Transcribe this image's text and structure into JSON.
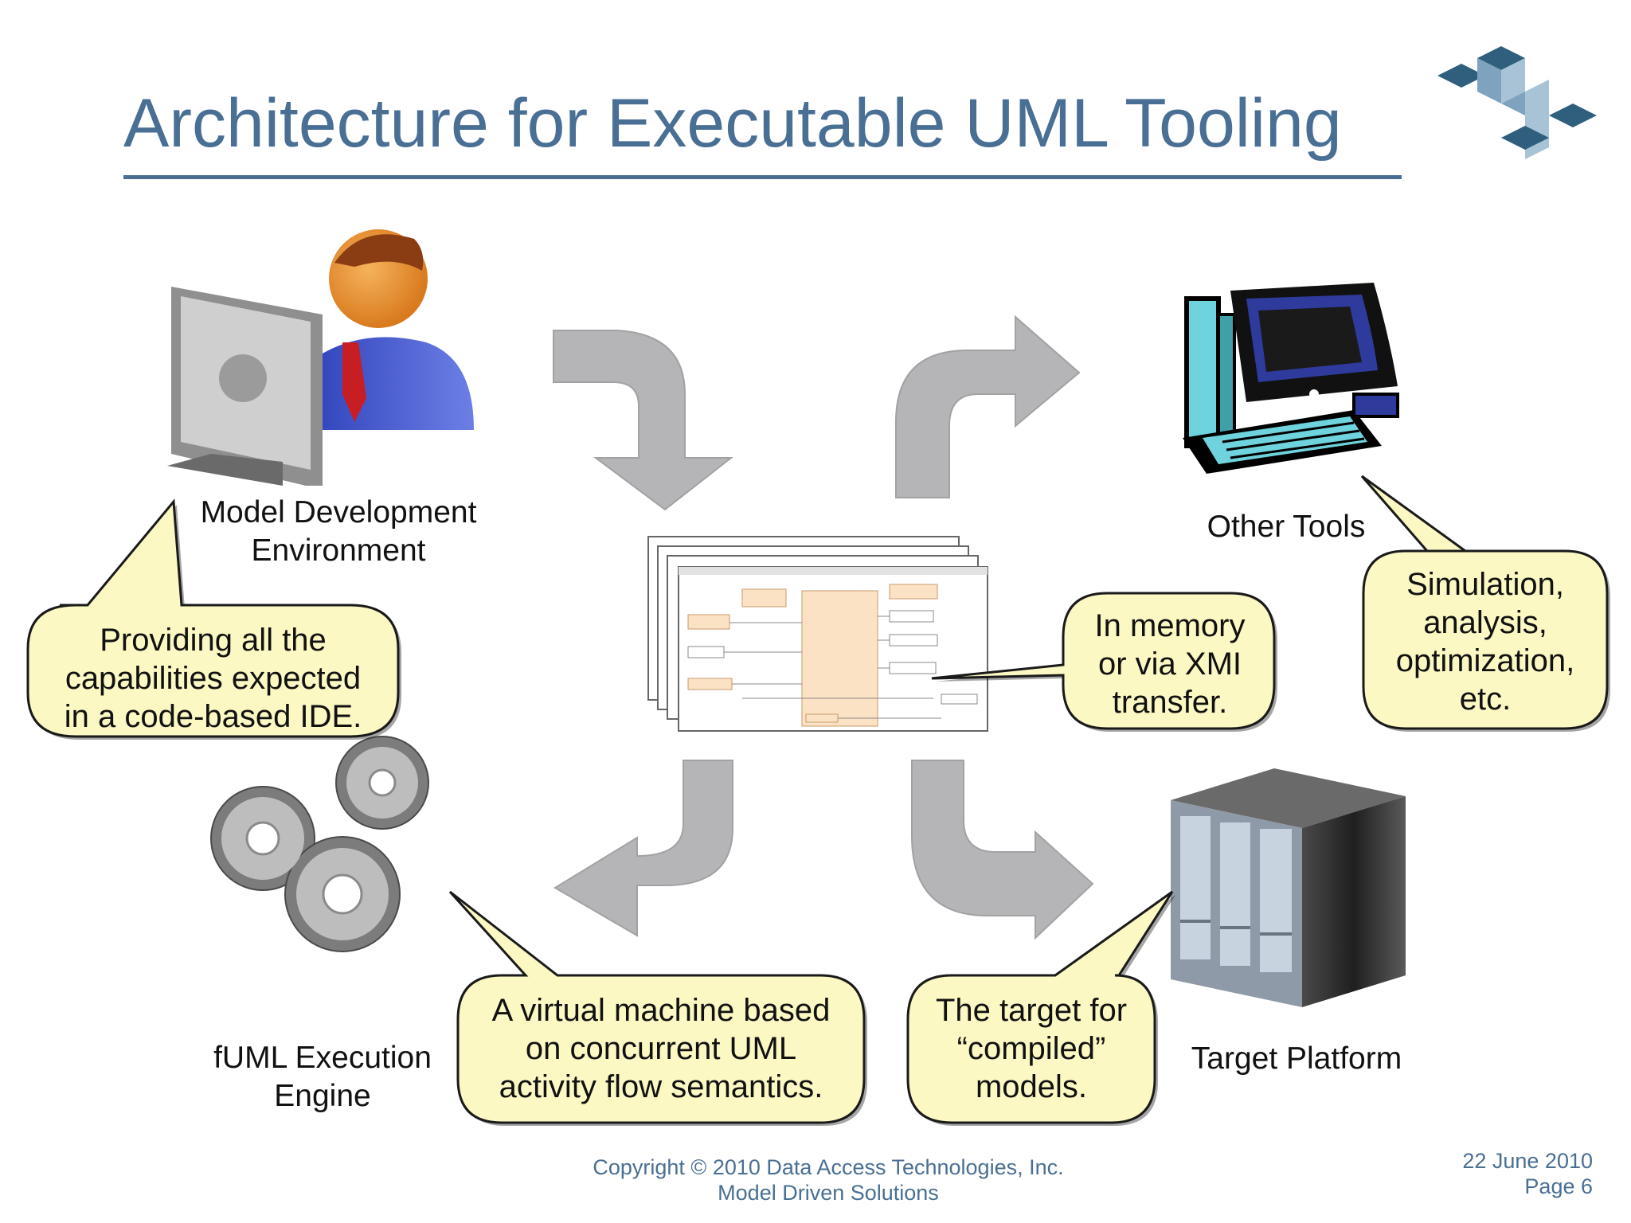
{
  "title": "Architecture for Executable UML Tooling",
  "nodes": {
    "model_env": [
      "Model Development",
      "Environment"
    ],
    "other_tools": "Other Tools",
    "fuml_engine": [
      "fUML Execution",
      "Engine"
    ],
    "target_platform": "Target Platform"
  },
  "callouts": {
    "ide": [
      "Providing all the",
      "capabilities expected",
      "in a code-based IDE."
    ],
    "memory": [
      "In memory",
      "or via XMI",
      "transfer."
    ],
    "simulation": [
      "Simulation,",
      "analysis,",
      "optimization,",
      "etc."
    ],
    "vm": [
      "A virtual machine based",
      "on concurrent UML",
      "activity flow semantics."
    ],
    "compiled": [
      "The target for",
      "“compiled”",
      "models."
    ]
  },
  "footer": {
    "copyright": "Copyright © 2010 Data Access Technologies, Inc.",
    "tagline": "Model Driven Solutions",
    "date": "22 June 2010",
    "page": "Page 6"
  },
  "colors": {
    "title": "#4a6f94",
    "callout_fill": "#fbf8c4",
    "arrow": "#b5b5b7",
    "logo_dark": "#2f5f7c",
    "logo_light": "#a8c2d6"
  },
  "icons": {
    "model_env": "person-at-computer-icon",
    "other_tools": "desktop-computer-icon",
    "fuml_engine": "gears-icon",
    "target_platform": "server-rack-icon",
    "model": "uml-diagram-stack-icon"
  }
}
